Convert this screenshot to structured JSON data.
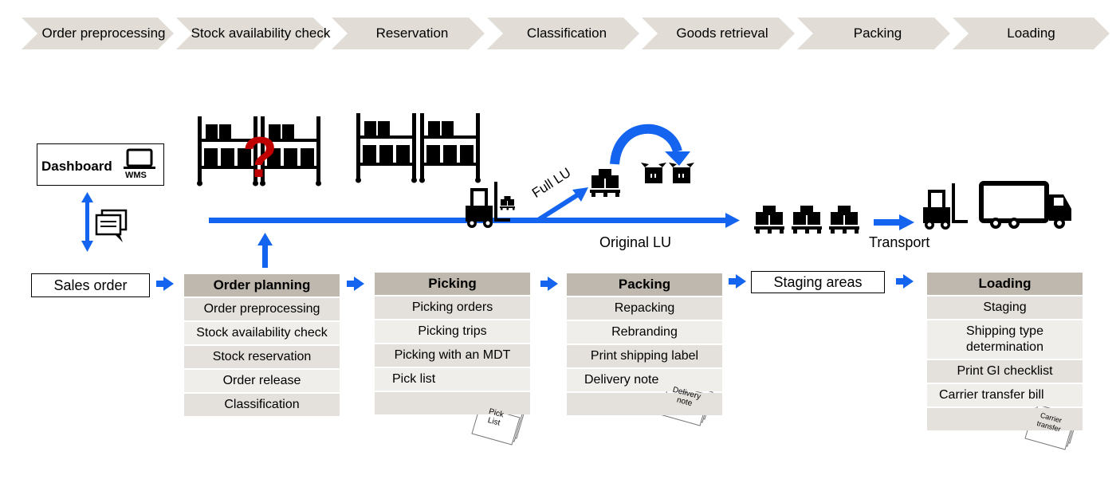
{
  "process_steps": [
    "Order preprocessing",
    "Stock availability check",
    "Reservation",
    "Classification",
    "Goods retrieval",
    "Packing",
    "Loading"
  ],
  "dashboard": {
    "label": "Dashboard",
    "icon_label": "WMS"
  },
  "sales_order": {
    "label": "Sales order"
  },
  "staging_areas": {
    "label": "Staging areas"
  },
  "flow_labels": {
    "full_lu": "Full LU",
    "original_lu": "Original LU",
    "transport": "Transport",
    "question_mark": "?"
  },
  "columns": {
    "order_planning": {
      "title": "Order planning",
      "items": [
        "Order preprocessing",
        "Stock availability check",
        "Stock reservation",
        "Order release",
        "Classification"
      ]
    },
    "picking": {
      "title": "Picking",
      "items": [
        "Picking orders",
        "Picking trips",
        "Picking with an MDT",
        "Pick list"
      ],
      "doc_label": "Pick List"
    },
    "packing": {
      "title": "Packing",
      "items": [
        "Repacking",
        "Rebranding",
        "Print shipping label",
        "Delivery note"
      ],
      "doc_label": "Delivery note"
    },
    "loading": {
      "title": "Loading",
      "items": [
        "Staging",
        "Shipping type determination",
        "Print GI checklist",
        "Carrier transfer bill"
      ],
      "doc_label": "Carrier transfer"
    }
  },
  "colors": {
    "chevron": "#e1ddd6",
    "header": "#bfb8ae",
    "arrow_blue": "#1464f0",
    "question_red": "#c00000"
  }
}
